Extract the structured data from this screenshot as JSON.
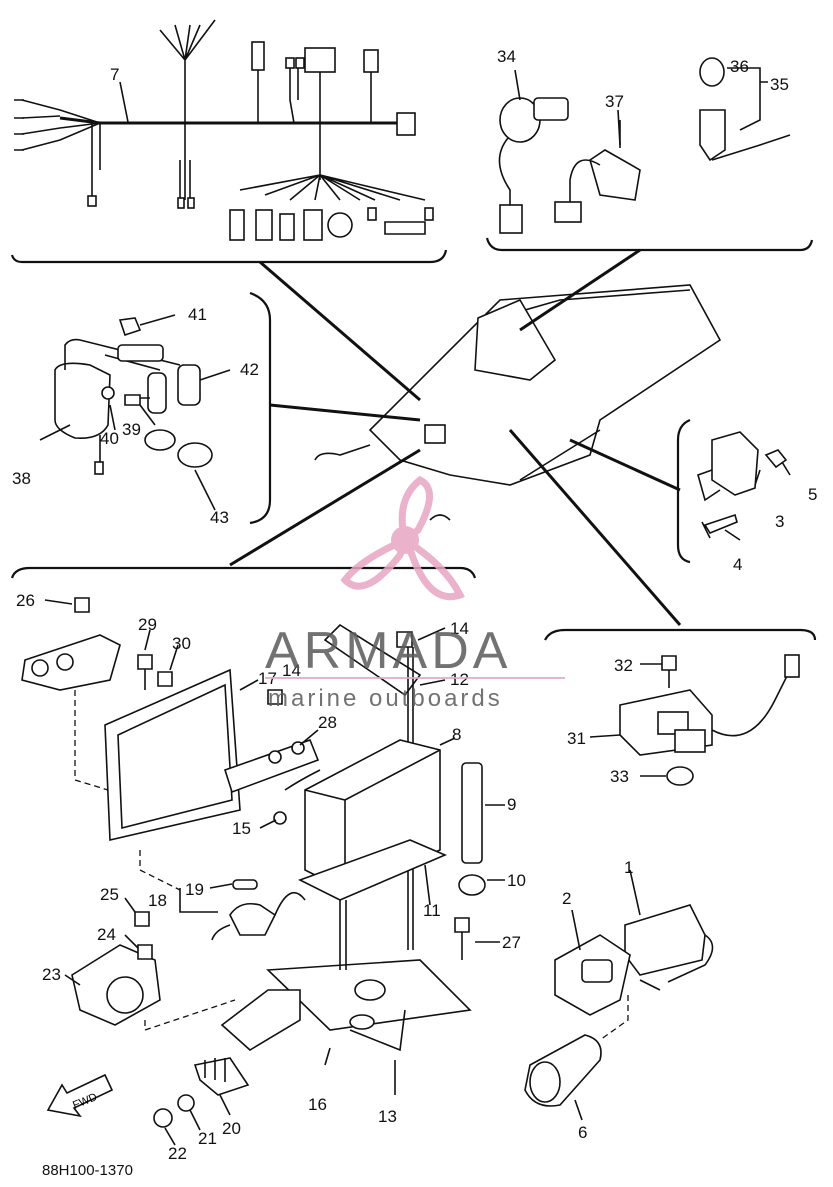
{
  "watermark": {
    "brand": "ARMADA",
    "tagline": "marine outboards",
    "brand_color": "#e8a5c4"
  },
  "diagram_code": "88H100-1370",
  "fwd_label": "FWD",
  "labels": {
    "p1": "1",
    "p2": "2",
    "p3": "3",
    "p4": "4",
    "p5": "5",
    "p6": "6",
    "p7": "7",
    "p8": "8",
    "p9": "9",
    "p10": "10",
    "p11": "11",
    "p12": "12",
    "p13": "13",
    "p14a": "14",
    "p14b": "14",
    "p15": "15",
    "p16": "16",
    "p17": "17",
    "p18": "18",
    "p19": "19",
    "p20": "20",
    "p21": "21",
    "p22": "22",
    "p23": "23",
    "p24": "24",
    "p25": "25",
    "p26": "26",
    "p27": "27",
    "p28": "28",
    "p29": "29",
    "p30": "30",
    "p31": "31",
    "p32": "32",
    "p33": "33",
    "p34": "34",
    "p35": "35",
    "p36": "36",
    "p37": "37",
    "p38": "38",
    "p39": "39",
    "p40": "40",
    "p41": "41",
    "p42": "42",
    "p43": "43"
  }
}
